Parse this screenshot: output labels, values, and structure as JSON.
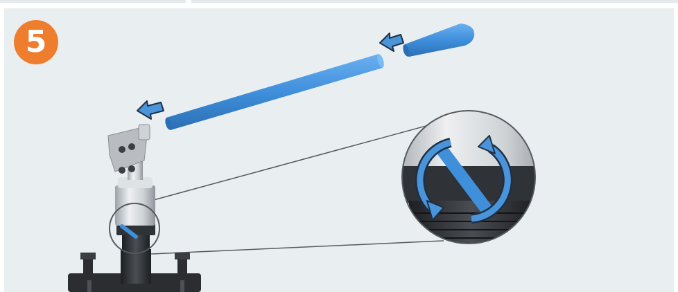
{
  "step": {
    "number": "5"
  },
  "colors": {
    "panel_background": "#e9eef1",
    "badge": "#ef7d2e",
    "handle_blue": "#3f8fdb",
    "arrow_blue": "#4a94d9",
    "metal": "#c8cbce",
    "dark_part": "#2b2d30"
  },
  "figure": {
    "parts": [
      "handle-grip",
      "handle-rod",
      "pump-head",
      "pump-body",
      "base-clamp",
      "rotation-detail"
    ],
    "arrows": [
      "arrow-left-upper",
      "arrow-left-lower",
      "rotate-arrows"
    ]
  }
}
